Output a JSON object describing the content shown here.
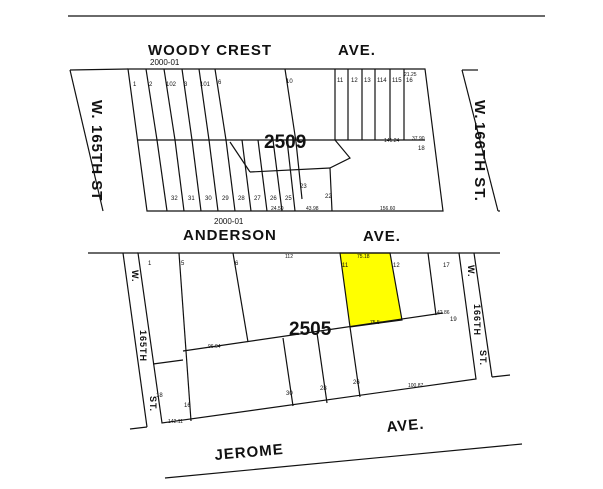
{
  "colors": {
    "highlight": "#ffff00",
    "ink": "#111111"
  },
  "streets": {
    "woody_crest": "WOODY CREST",
    "woody_crest_ave": "AVE.",
    "anderson": "ANDERSON",
    "anderson_ave": "AVE.",
    "jerome": "JEROME",
    "jerome_ave": "AVE.",
    "w165_top_w": "W.",
    "w165_top_st": "165TH ST",
    "w166_top_w": "W.",
    "w166_top_st": "166TH ST.",
    "w165_bot_w": "W.",
    "w165_bot_num": "165TH",
    "w165_bot_st": "ST.",
    "w166_bot_w": "W.",
    "w166_bot_num": "166TH",
    "w166_bot_st": "ST."
  },
  "blocks": {
    "north": "2509",
    "south": "2505"
  },
  "notes": {
    "top_ref": "2000-01",
    "bottom_ref": "2000-01"
  },
  "lots_north": [
    "1",
    "2",
    "102",
    "3",
    "101",
    "6",
    "10",
    "11",
    "12",
    "13",
    "114",
    "115",
    "16",
    "18",
    "22",
    "23",
    "25",
    "26",
    "27",
    "28",
    "29",
    "30",
    "31",
    "32"
  ],
  "lots_south": [
    "1",
    "5",
    "6",
    "11",
    "12",
    "17",
    "19",
    "30",
    "28",
    "26",
    "18",
    "16"
  ],
  "dims": {
    "n_top": "21.25",
    "n_mid": "141.24",
    "n_right": "37.90",
    "n_bot": "156.60",
    "n_d1": "24.50",
    "n_d2": "43.98",
    "s_top": "112",
    "s_lot11_top": "75.18",
    "s_lot11_bot": "75.5",
    "s_mid": "96.94",
    "s_bot": "100.87",
    "s_bot_left": "142.11",
    "s_right": "42.86"
  }
}
